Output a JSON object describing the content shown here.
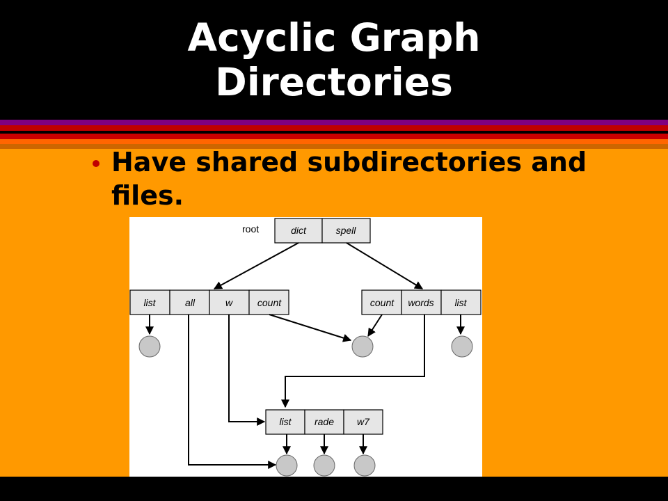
{
  "slide": {
    "title_line1": "Acyclic Graph",
    "title_line2": "Directories",
    "bullet": "Have shared subdirectories and files."
  },
  "colors": {
    "background": "#ff9900",
    "header": "#000000",
    "stripes": [
      "#800080",
      "#c00000",
      "#cc0000",
      "#ff6600",
      "#cc6600"
    ],
    "bullet": "#c00000"
  },
  "diagram": {
    "root_label": "root",
    "root_entries": [
      "dict",
      "spell"
    ],
    "dict_entries": [
      "list",
      "all",
      "w",
      "count"
    ],
    "spell_entries": [
      "count",
      "words",
      "list"
    ],
    "shared_entries": [
      "list",
      "rade",
      "w7"
    ]
  }
}
